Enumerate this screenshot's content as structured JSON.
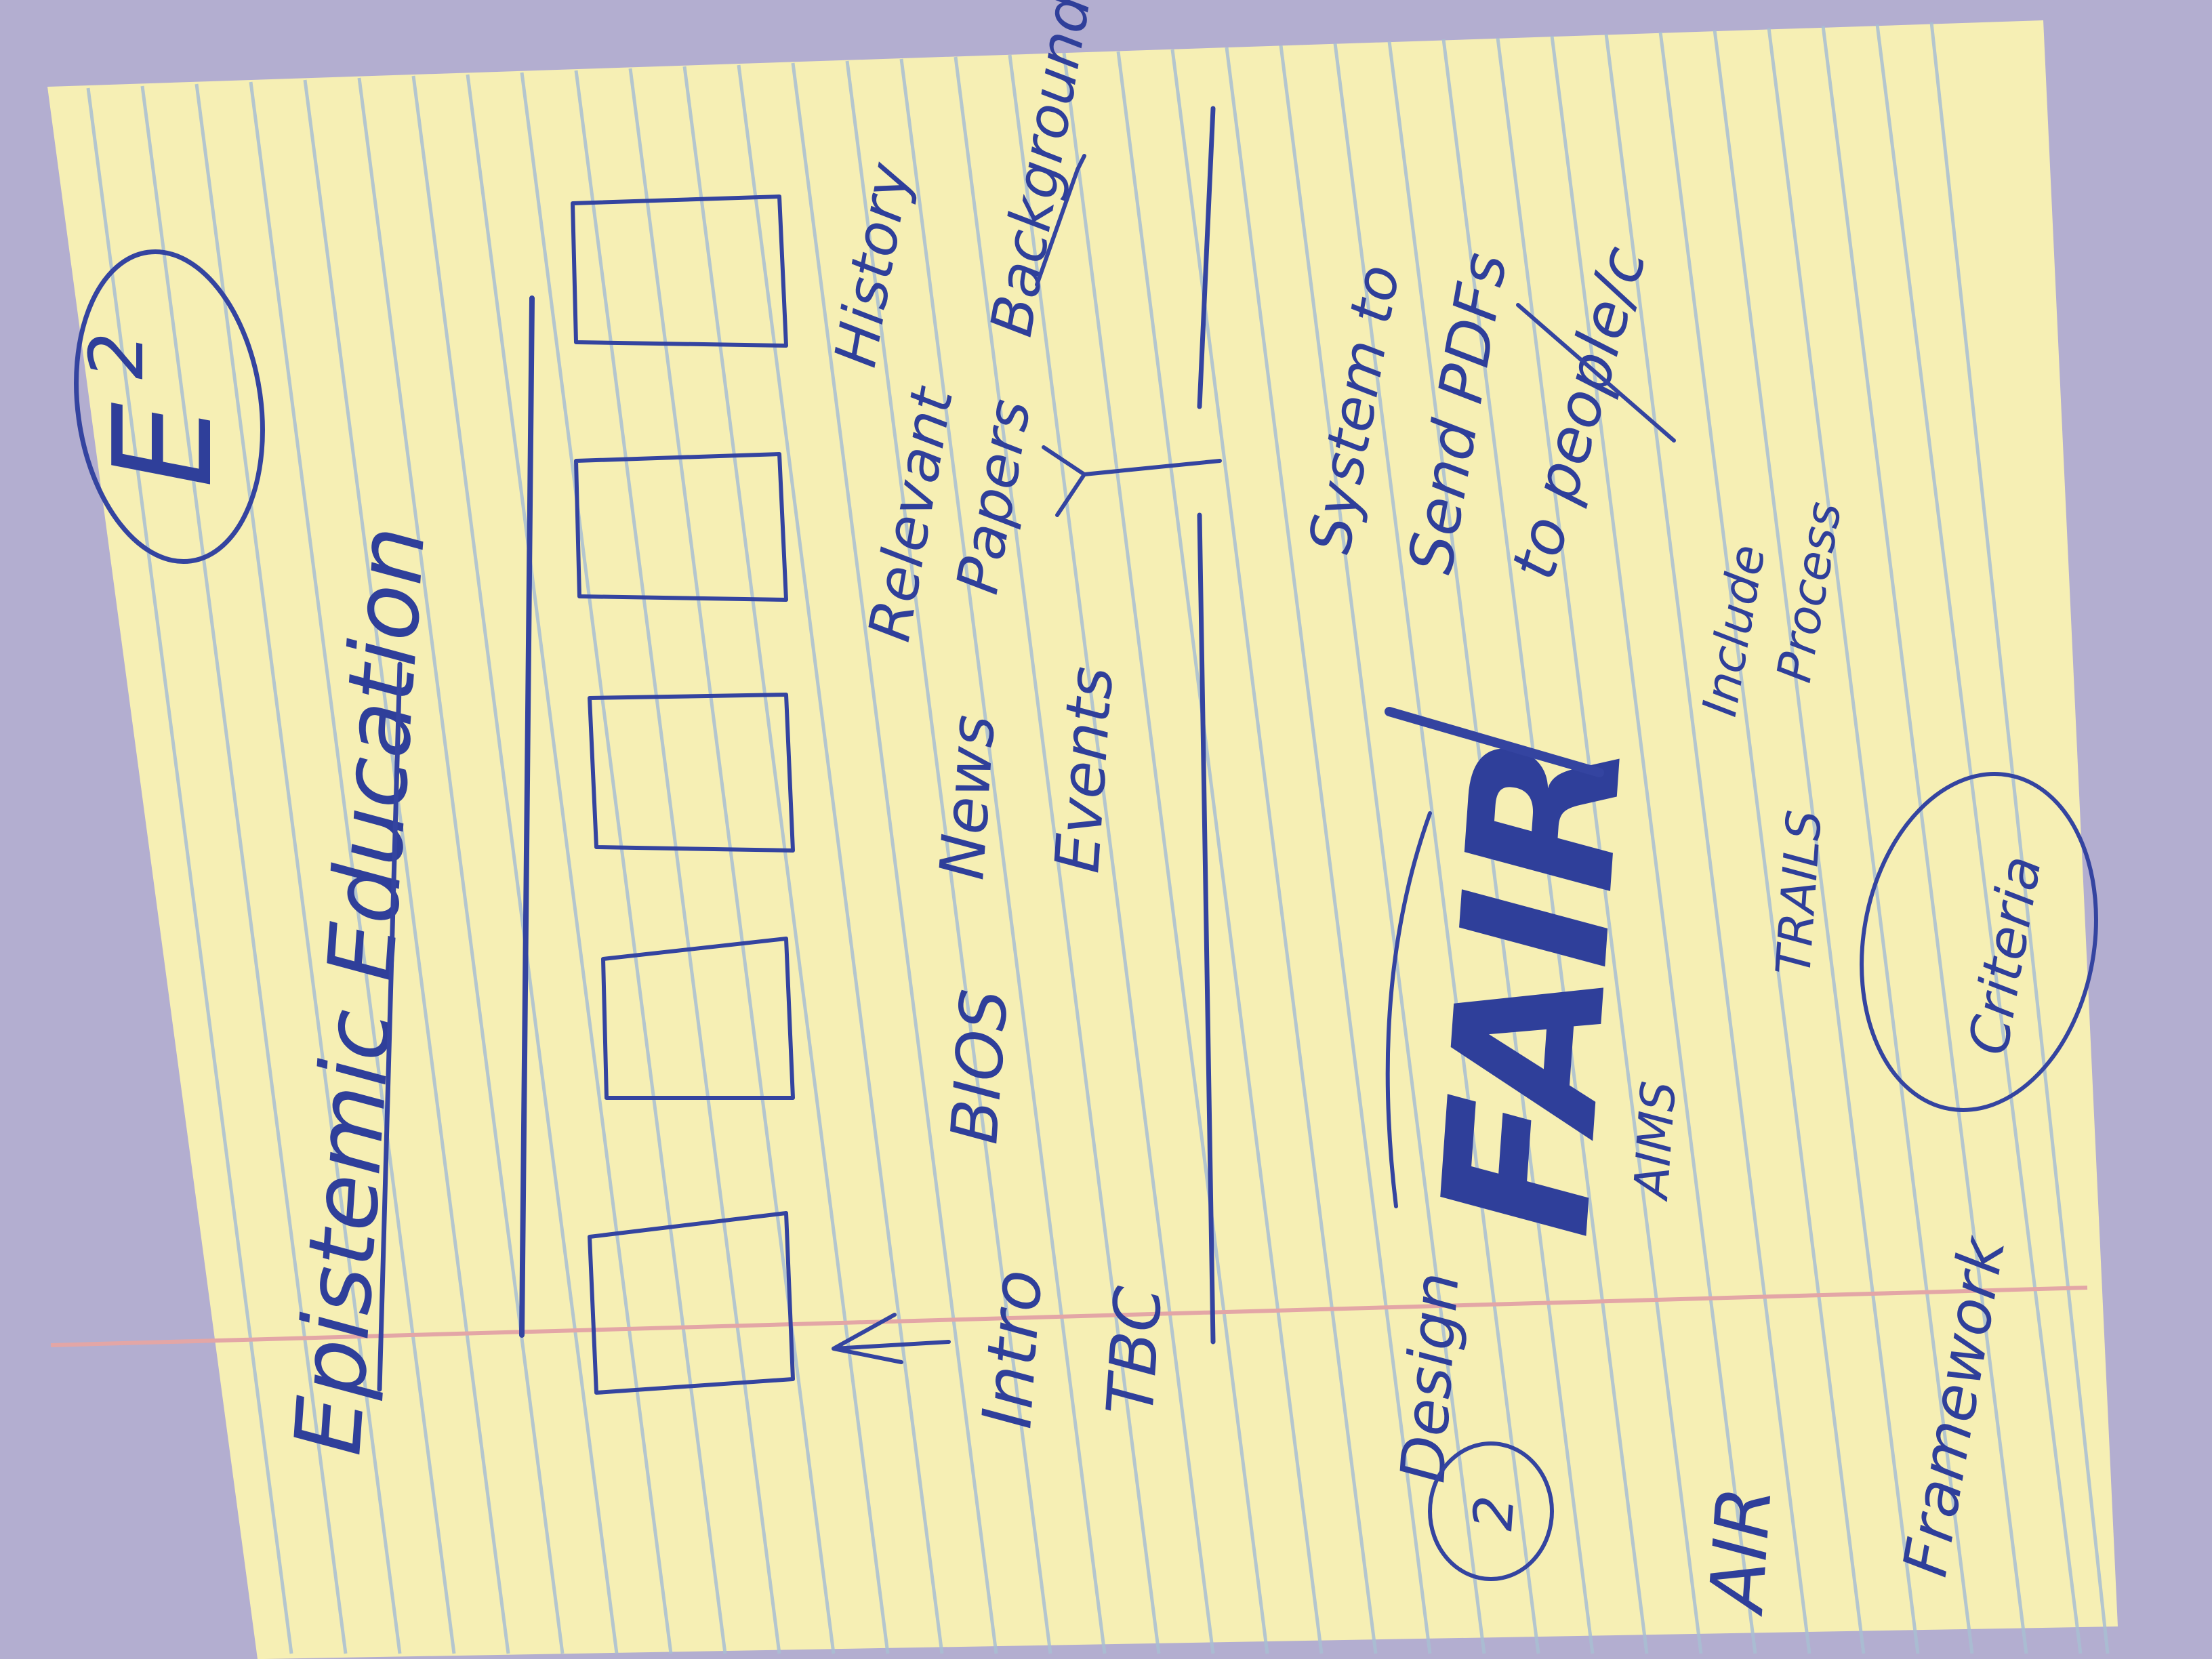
{
  "photo": {
    "background_color": "#b3aed0",
    "paper_color": "#f6efb4",
    "rule_line_color": "#a9bfd3",
    "margin_line_color": "#e3a6a6",
    "ink_color": "#2f3f9a"
  },
  "sketch": {
    "logo_text": "E",
    "logo_superscript": "2",
    "title": "Epistemic Education",
    "page_labels": [
      "Intro",
      "BIOS",
      "News",
      "Relevant",
      "History"
    ],
    "under_labels": [
      "TBC",
      "Events",
      "Papers",
      "Background"
    ],
    "system_note": [
      "System to",
      "Send PDFs",
      "to people/c"
    ],
    "design_label": "Design",
    "fair_word": "FAIR",
    "fair_notes": [
      "AIMS",
      "TRAILS",
      "Include",
      "Process"
    ],
    "criteria_label": "Criteria",
    "air_label": "AIR",
    "framework_label": "Framework",
    "number_circle": "2"
  }
}
